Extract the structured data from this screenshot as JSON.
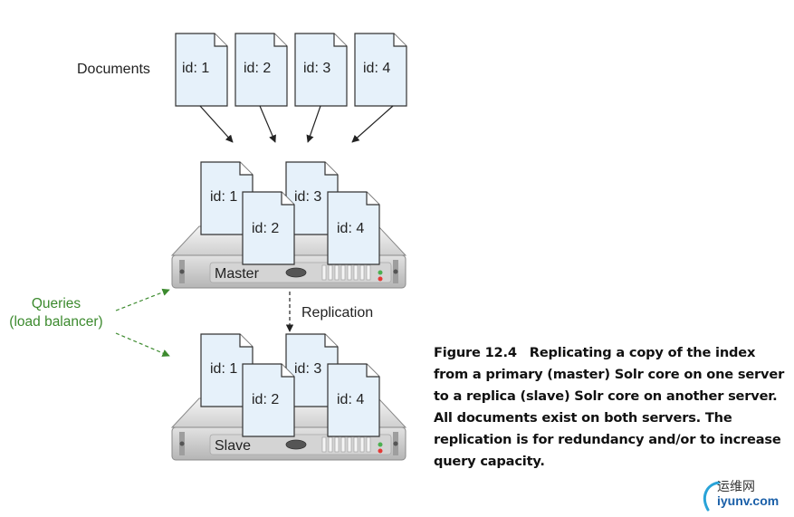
{
  "labels": {
    "documents": "Documents",
    "queries_line1": "Queries",
    "queries_line2": "(load balancer)",
    "replication": "Replication"
  },
  "documents": [
    "id: 1",
    "id: 2",
    "id: 3",
    "id: 4"
  ],
  "servers": {
    "master": "Master",
    "slave": "Slave"
  },
  "caption": {
    "figure_number": "Figure 12.4",
    "text": "Replicating a copy of the index from a primary (master) Solr core on one server to a replica (slave) Solr core on another server. All documents exist on both servers. The replication is for redundancy and/or to increase query capacity."
  },
  "watermark": {
    "text_cn": "运维网",
    "url": "iyunv.com"
  },
  "colors": {
    "document_fill": "#e6f1fa",
    "query_arrow": "#3c8a2e",
    "server_body": "#d0d0d0"
  }
}
